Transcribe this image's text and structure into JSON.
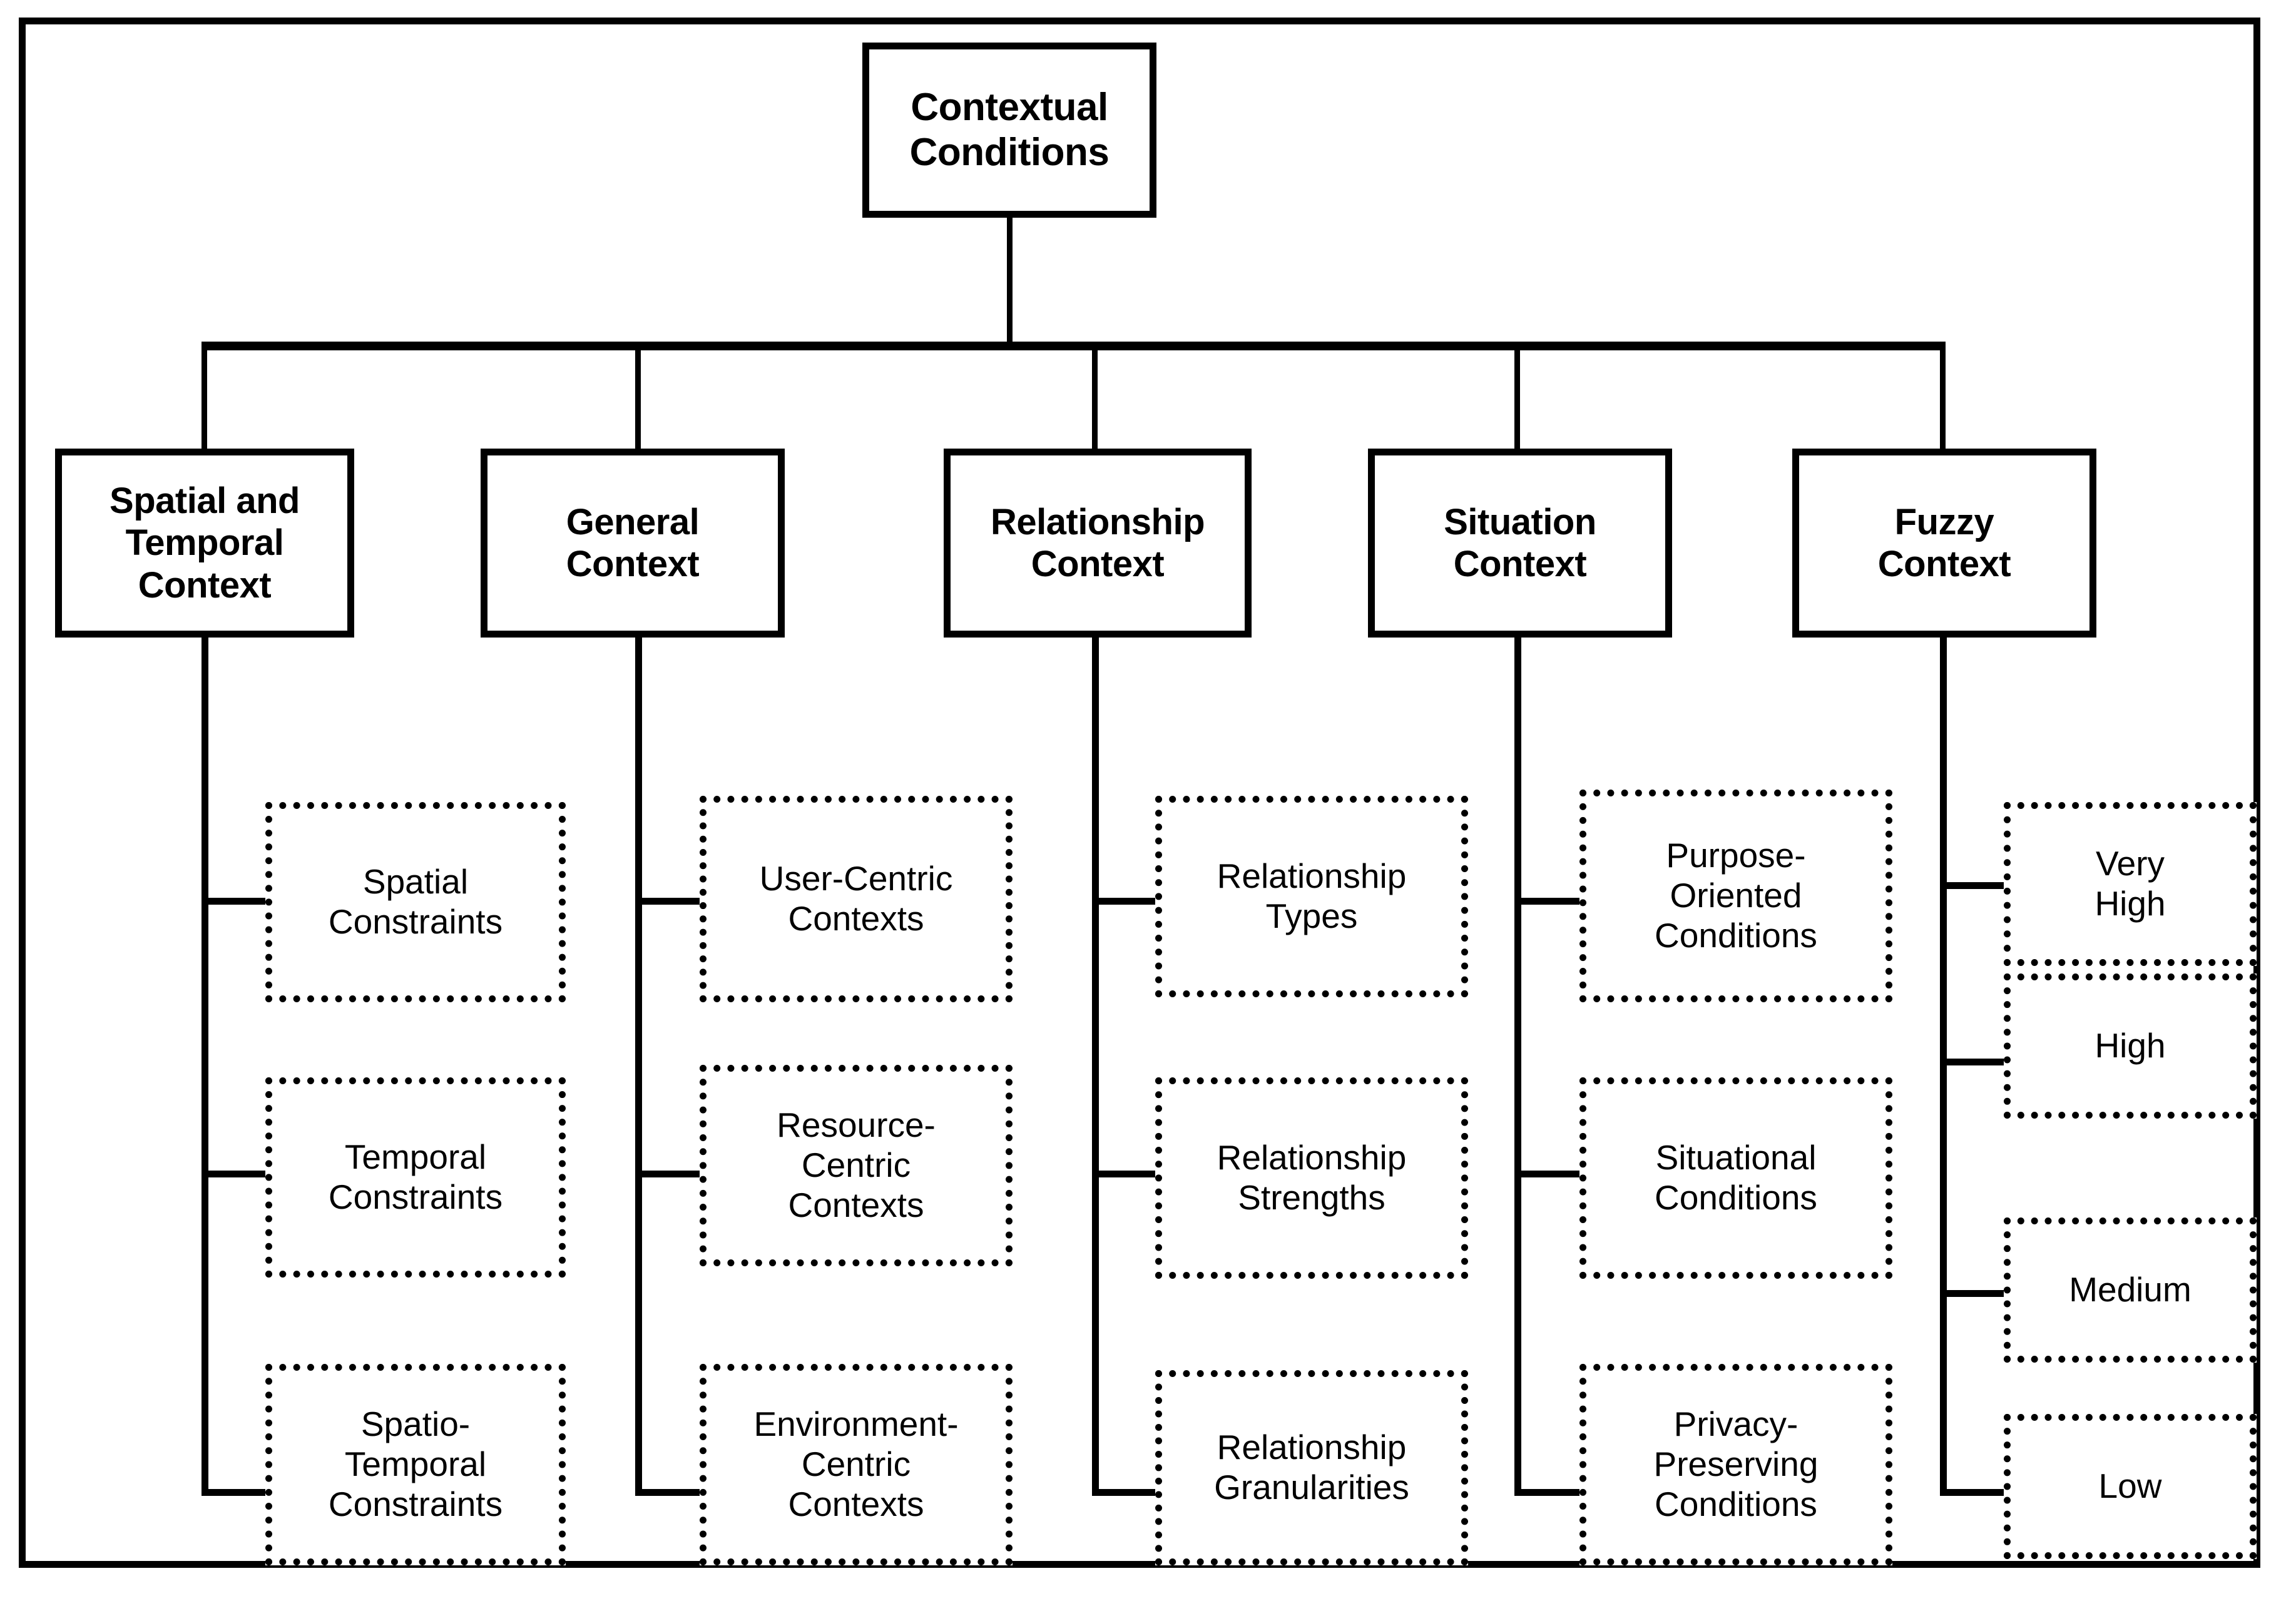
{
  "diagram": {
    "title_node": {
      "label": "Contextual\nConditions"
    },
    "branches": [
      {
        "id": "spatial-temporal-context",
        "label": "Spatial and\nTemporal\nContext",
        "leaves": [
          {
            "id": "spatial-constraints",
            "label": "Spatial\nConstraints"
          },
          {
            "id": "temporal-constraints",
            "label": "Temporal\nConstraints"
          },
          {
            "id": "spatio-temporal-constraints",
            "label": "Spatio-\nTemporal\nConstraints"
          }
        ]
      },
      {
        "id": "general-context",
        "label": "General\nContext",
        "leaves": [
          {
            "id": "user-centric-contexts",
            "label": "User-Centric\nContexts"
          },
          {
            "id": "resource-centric-contexts",
            "label": "Resource-\nCentric\nContexts"
          },
          {
            "id": "environment-centric-contexts",
            "label": "Environment-\nCentric\nContexts"
          }
        ]
      },
      {
        "id": "relationship-context",
        "label": "Relationship\nContext",
        "leaves": [
          {
            "id": "relationship-types",
            "label": "Relationship\nTypes"
          },
          {
            "id": "relationship-strengths",
            "label": "Relationship\nStrengths"
          },
          {
            "id": "relationship-granularities",
            "label": "Relationship\nGranularities"
          }
        ]
      },
      {
        "id": "situation-context",
        "label": "Situation\nContext",
        "leaves": [
          {
            "id": "purpose-oriented-conditions",
            "label": "Purpose-\nOriented\nConditions"
          },
          {
            "id": "situational-conditions",
            "label": "Situational\nConditions"
          },
          {
            "id": "privacy-preserving-conditions",
            "label": "Privacy-\nPreserving\nConditions"
          }
        ]
      },
      {
        "id": "fuzzy-context",
        "label": "Fuzzy\nContext",
        "leaves": [
          {
            "id": "very-high",
            "label": "Very\nHigh"
          },
          {
            "id": "high",
            "label": "High"
          },
          {
            "id": "medium",
            "label": "Medium"
          },
          {
            "id": "low",
            "label": "Low"
          }
        ]
      }
    ],
    "colors": {
      "stroke": "#000000",
      "background": "#ffffff"
    }
  }
}
